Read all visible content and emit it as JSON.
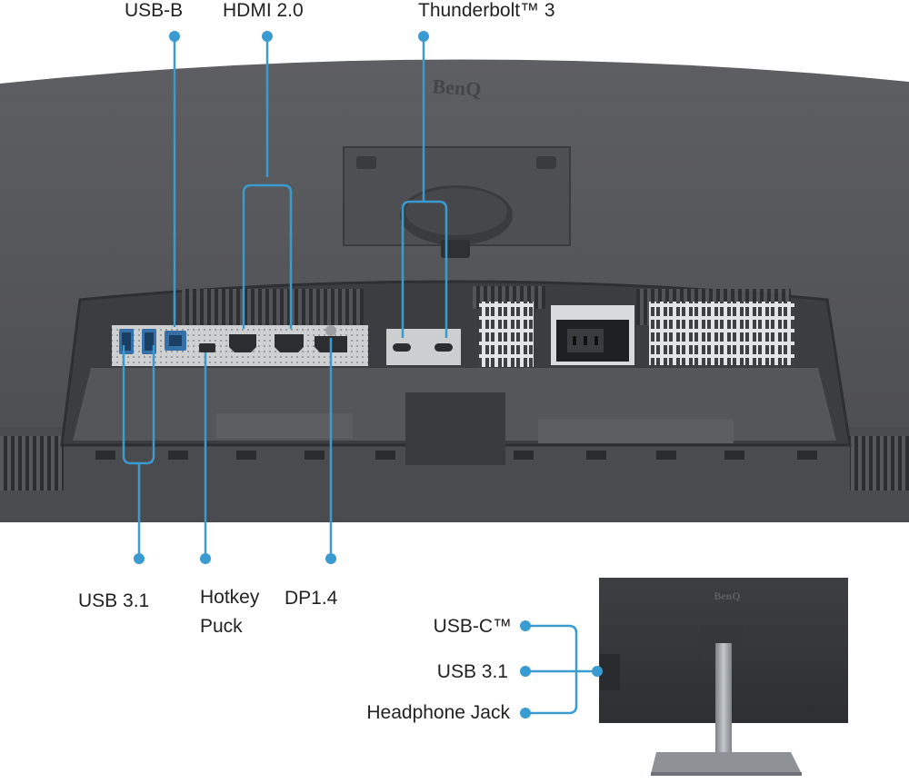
{
  "colors": {
    "accent": "#3a9bd0",
    "monitor_body": "#55565a",
    "monitor_dark": "#3f4044",
    "panel_light": "#d6d7d8",
    "stand_silver": "#9a9ea3"
  },
  "brand": {
    "logo_text": "BenQ"
  },
  "callouts": {
    "usb_b": "USB-B",
    "hdmi": "HDMI 2.0",
    "thunderbolt": "Thunderbolt™ 3",
    "usb31_left": "USB 3.1",
    "hotkey_line1": "Hotkey",
    "hotkey_line2": "Puck",
    "dp": "DP1.4",
    "usb_c": "USB-C™",
    "usb31_side": "USB 3.1",
    "headphone": "Headphone Jack"
  },
  "icons": [
    "usb-a-port-icon",
    "usb-b-port-icon",
    "mini-usb-port-icon",
    "hdmi-port-icon",
    "displayport-icon",
    "usb-c-port-icon",
    "power-socket-icon"
  ]
}
